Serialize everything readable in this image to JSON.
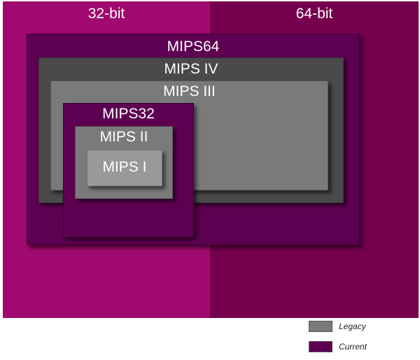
{
  "diagram": {
    "regions": {
      "left_label": "32-bit",
      "right_label": "64-bit"
    },
    "boxes": {
      "mips64": "MIPS64",
      "mips4": "MIPS IV",
      "mips3": "MIPS III",
      "mips32": "MIPS32",
      "mips2": "MIPS II",
      "mips1": "MIPS I"
    },
    "legend": {
      "legacy": "Legacy",
      "current": "Current"
    },
    "colors": {
      "region_32bit": "#a0096f",
      "region_64bit": "#74004e",
      "current": "#5e0052",
      "legacy_dark": "#4a4a4a",
      "legacy_mid": "#7a7a7a",
      "legacy_light": "#999999"
    }
  }
}
